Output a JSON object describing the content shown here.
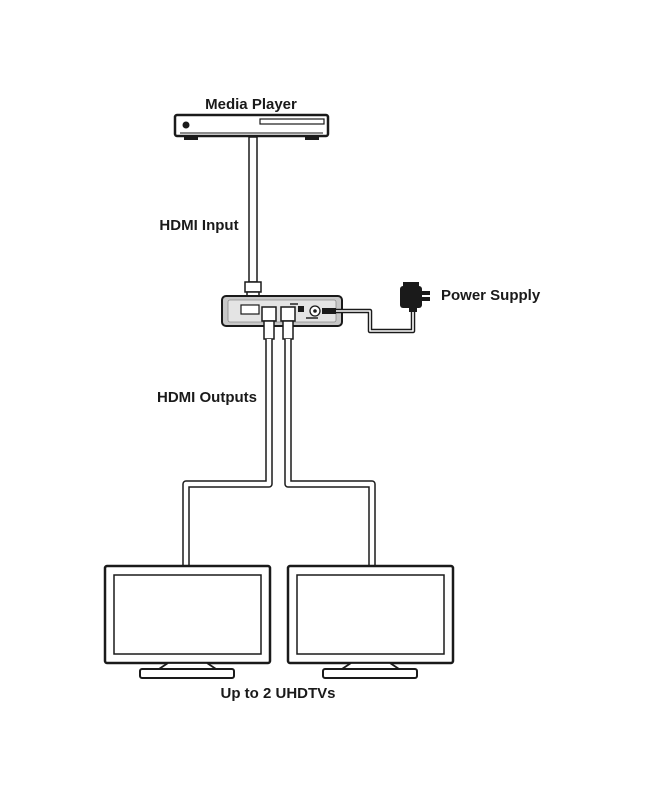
{
  "labels": {
    "media_player": "Media Player",
    "hdmi_input": "HDMI Input",
    "power_supply": "Power Supply",
    "hdmi_outputs": "HDMI Outputs",
    "displays": "Up to 2 UHDTVs"
  },
  "colors": {
    "outline": "#1a1a1a",
    "device_gray": "#c8c8c8",
    "screen": "#ffffff",
    "background": "#ffffff"
  }
}
